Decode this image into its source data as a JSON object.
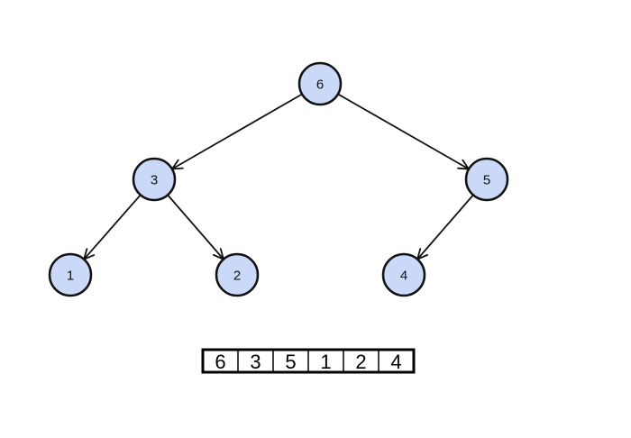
{
  "tree": {
    "nodes": [
      {
        "id": "n6",
        "label": "6"
      },
      {
        "id": "n3",
        "label": "3"
      },
      {
        "id": "n5",
        "label": "5"
      },
      {
        "id": "n1",
        "label": "1"
      },
      {
        "id": "n2",
        "label": "2"
      },
      {
        "id": "n4",
        "label": "4"
      }
    ],
    "edges": [
      {
        "from": "n6",
        "to": "n3"
      },
      {
        "from": "n6",
        "to": "n5"
      },
      {
        "from": "n3",
        "to": "n1"
      },
      {
        "from": "n3",
        "to": "n2"
      },
      {
        "from": "n5",
        "to": "n4"
      }
    ]
  },
  "array": {
    "cells": [
      "6",
      "3",
      "5",
      "1",
      "2",
      "4"
    ]
  },
  "colors": {
    "node_fill": "#c9d9f7",
    "stroke": "#111111"
  }
}
